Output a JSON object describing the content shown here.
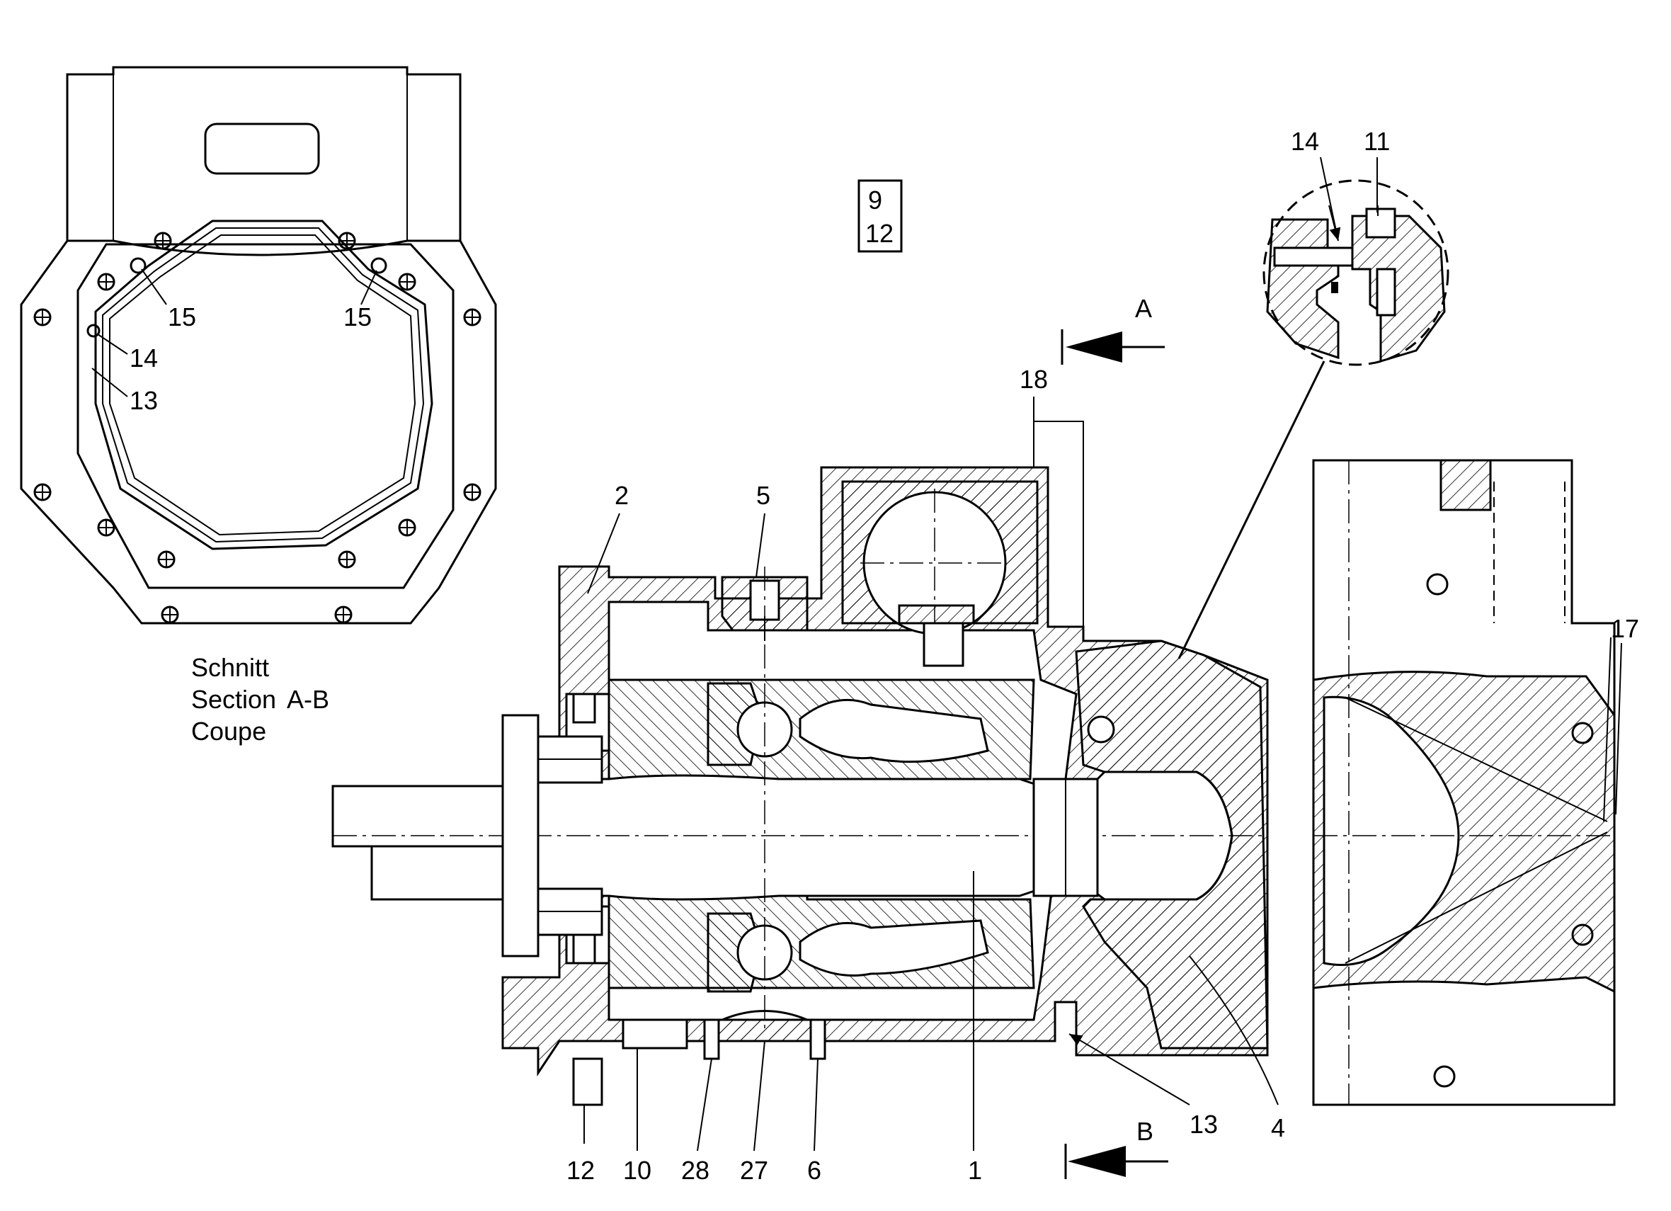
{
  "section_caption": {
    "line1": "Schnitt",
    "line2": "Section",
    "line3": "A-B",
    "line4": "Coupe"
  },
  "note_box": {
    "line1": "9",
    "line2": "12"
  },
  "section_markers": {
    "a": "A",
    "b": "B"
  },
  "callouts": {
    "c1": "1",
    "c2": "2",
    "c4": "4",
    "c5": "5",
    "c6": "6",
    "c10": "10",
    "c11": "11",
    "c12": "12",
    "c13": "13",
    "c14": "14",
    "c15": "15",
    "c17": "17",
    "c18": "18",
    "c27": "27",
    "c28": "28"
  }
}
